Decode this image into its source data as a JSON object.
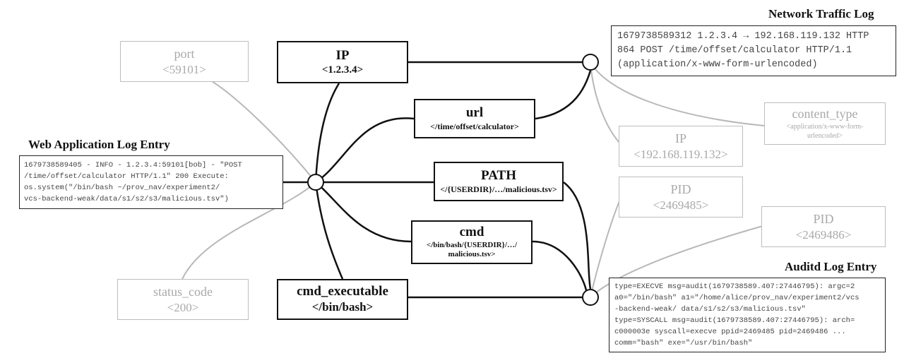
{
  "headings": {
    "network": "Network Traffic Log",
    "webapp": "Web Application Log Entry",
    "auditd": "Auditd Log Entry"
  },
  "logs": {
    "network": "1679738589312 1.2.3.4 → 192.168.119.132 HTTP\n864 POST /time/offset/calculator HTTP/1.1\n(application/x-www-form-urlencoded)",
    "webapp": "1679738589405 - INFO - 1.2.3.4:59101[bob] - \"POST\n/time/offset/calculator HTTP/1.1\" 200 Execute:\nos.system(\"/bin/bash ~/prov_nav/experiment2/\nvcs-backend-weak/data/s1/s2/s3/malicious.tsv\")",
    "auditd": "type=EXECVE msg=audit(1679738589.407:27446795): argc=2\na0=\"/bin/bash\" a1=\"/home/alice/prov_nav/experiment2/vcs\n-backend-weak/ data/s1/s2/s3/malicious.tsv\"\ntype=SYSCALL msg=audit(1679738589.407:27446795): arch=\nc000003e syscall=execve ppid=2469485 pid=2469486 ...\ncomm=\"bash\" exe=\"/usr/bin/bash\""
  },
  "entities": {
    "ip": {
      "label": "IP",
      "value": "<1.2.3.4>"
    },
    "url": {
      "label": "url",
      "value": "</time/offset/calculator>"
    },
    "path": {
      "label": "PATH",
      "value": "</{USERDIR}/…/malicious.tsv>"
    },
    "cmd": {
      "label": "cmd",
      "value": "</bin/bash/{USERDIR}/…/\nmalicious.tsv>"
    },
    "cmd_executable": {
      "label": "cmd_executable",
      "value": "</bin/bash>"
    }
  },
  "context_entities": {
    "port": {
      "label": "port",
      "value": "<59101>"
    },
    "status_code": {
      "label": "status_code",
      "value": "<200>"
    },
    "content_type": {
      "label": "content_type",
      "value": "<application/x-www-form-\nurlencoded>"
    },
    "ip_dst": {
      "label": "IP",
      "value": "<192.168.119.132>"
    },
    "ppid": {
      "label": "PID",
      "value": "<2469485>"
    },
    "pid": {
      "label": "PID",
      "value": "<2469486>"
    }
  },
  "colors": {
    "strong": "#111111",
    "faded": "#b5b5b5"
  }
}
